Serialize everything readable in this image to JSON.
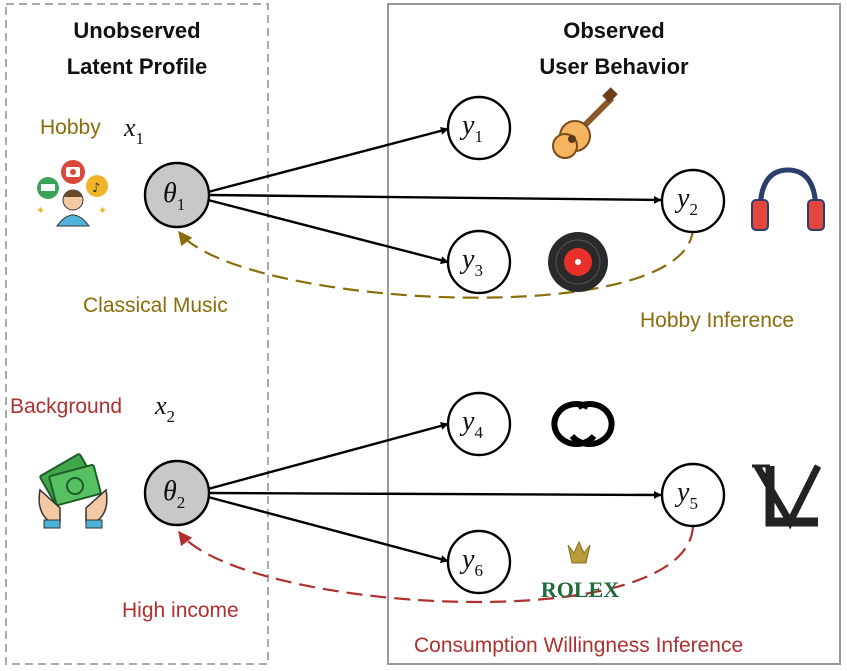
{
  "colors": {
    "hobby": "#8a6d0b",
    "background": "#b0302f",
    "latent_box": "#aaaaaa",
    "observed_box": "#999999",
    "theta_fill": "#c8c8c8"
  },
  "left_panel": {
    "title_line1": "Unobserved",
    "title_line2": "Latent Profile"
  },
  "right_panel": {
    "title_line1": "Observed",
    "title_line2": "User Behavior"
  },
  "hobby": {
    "label": "Hobby",
    "var": "x",
    "var_sub": "1",
    "icon": "person-with-hobbies-icon",
    "latent": "θ",
    "latent_sub": "1",
    "arrow_label": "Classical Music",
    "inference_label": "Hobby Inference"
  },
  "background": {
    "label": "Background",
    "var": "x",
    "var_sub": "2",
    "icon": "money-hands-icon",
    "latent": "θ",
    "latent_sub": "2",
    "arrow_label": "High income",
    "inference_label": "Consumption Willingness Inference"
  },
  "observations": [
    {
      "var": "y",
      "sub": "1",
      "icon": "guitar-icon"
    },
    {
      "var": "y",
      "sub": "2",
      "icon": "headphones-icon"
    },
    {
      "var": "y",
      "sub": "3",
      "icon": "vinyl-record-icon"
    },
    {
      "var": "y",
      "sub": "4",
      "icon": "gucci-logo-icon"
    },
    {
      "var": "y",
      "sub": "5",
      "icon": "louis-vuitton-logo-icon"
    },
    {
      "var": "y",
      "sub": "6",
      "icon": "rolex-logo-icon"
    }
  ],
  "brand_text": {
    "rolex": "ROLEX"
  }
}
